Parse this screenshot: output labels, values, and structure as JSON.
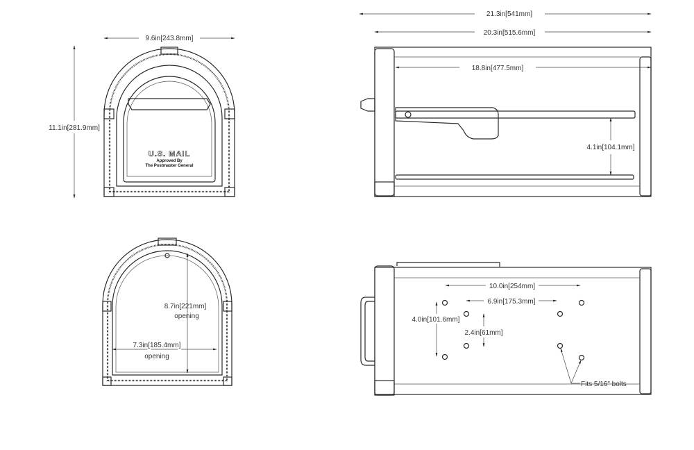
{
  "front_view": {
    "width_dim": "9.6in[243.8mm]",
    "height_dim": "11.1in[281.9mm]",
    "door_text": {
      "title": "U.S. MAIL",
      "line1": "Approved By",
      "line2": "The Postmaster General"
    }
  },
  "side_view": {
    "overall_length": "21.3in[541mm]",
    "body_length": "20.3in[515.6mm]",
    "interior_length": "18.8in[477.5mm]",
    "flag_height": "4.1in[104.1mm]"
  },
  "opening_view": {
    "height_dim": "8.7in[221mm]",
    "height_note": "opening",
    "width_dim": "7.3in[185.4mm]",
    "width_note": "opening"
  },
  "bottom_view": {
    "outer_hole_spacing": "10.0in[254mm]",
    "inner_hole_spacing": "6.9in[175.3mm]",
    "outer_hole_height": "4.0in[101.6mm]",
    "inner_hole_height": "2.4in[61mm]",
    "bolt_note": "Fits 5/16\" bolts"
  }
}
